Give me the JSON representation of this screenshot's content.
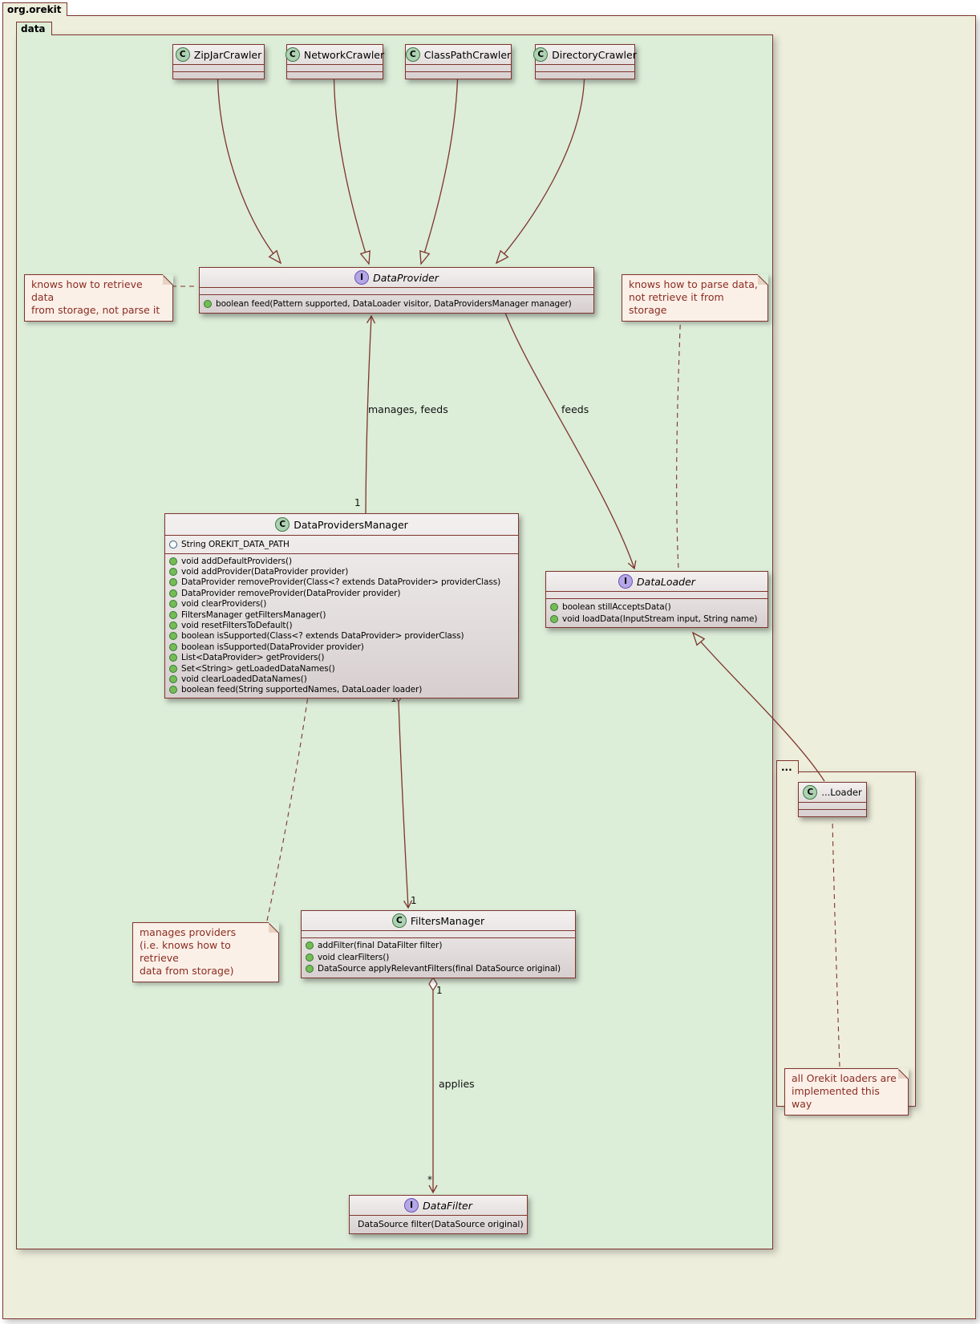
{
  "stereotypes": {
    "class_letter": "C",
    "interface_letter": "I"
  },
  "packages": {
    "orekit": {
      "label": "org.orekit"
    },
    "data": {
      "label": "data"
    },
    "ellipsis": {
      "label": "..."
    }
  },
  "classes": {
    "zipJarCrawler": {
      "name": "ZipJarCrawler"
    },
    "networkCrawler": {
      "name": "NetworkCrawler"
    },
    "classPathCrawler": {
      "name": "ClassPathCrawler"
    },
    "directoryCrawler": {
      "name": "DirectoryCrawler"
    },
    "dataProvider": {
      "name": "DataProvider",
      "methods": [
        "boolean feed(Pattern supported, DataLoader visitor, DataProvidersManager manager)"
      ]
    },
    "dataProvidersManager": {
      "name": "DataProvidersManager",
      "fields": [
        "String OREKIT_DATA_PATH"
      ],
      "methods": [
        "void addDefaultProviders()",
        "void addProvider(DataProvider provider)",
        "DataProvider removeProvider(Class<? extends DataProvider> providerClass)",
        "DataProvider removeProvider(DataProvider provider)",
        "void clearProviders()",
        "FiltersManager getFiltersManager()",
        "void resetFiltersToDefault()",
        "boolean isSupported(Class<? extends DataProvider> providerClass)",
        "boolean isSupported(DataProvider provider)",
        "List<DataProvider> getProviders()",
        "Set<String> getLoadedDataNames()",
        "void clearLoadedDataNames()",
        "boolean feed(String supportedNames, DataLoader loader)"
      ]
    },
    "dataLoader": {
      "name": "DataLoader",
      "methods": [
        "boolean stillAcceptsData()",
        "void loadData(InputStream input, String name)"
      ]
    },
    "filtersManager": {
      "name": "FiltersManager",
      "methods": [
        "addFilter(final DataFilter filter)",
        "void clearFilters()",
        "DataSource applyRelevantFilters(final DataSource original)"
      ]
    },
    "dataFilter": {
      "name": "DataFilter",
      "methods": [
        "DataSource filter(DataSource original)"
      ]
    },
    "ellipsisLoader": {
      "name": "...Loader"
    }
  },
  "notes": {
    "retrieve": "knows how to retrieve data\nfrom storage, not parse it",
    "parse": "knows how to parse data,\nnot retrieve it from storage",
    "manages": "manages providers\n(i.e. knows how to retrieve\ndata from storage)",
    "loaders": "all Orekit loaders are\nimplemented this way"
  },
  "edge_labels": {
    "manages_feeds": "manages, feeds",
    "feeds": "feeds",
    "applies": "applies"
  },
  "multiplicities": {
    "manages_manager_end": "1",
    "dpm_fm_dpm_end": "1",
    "dpm_fm_fm_end": "1",
    "fm_df_fm_end": "1",
    "fm_df_df_end": "*"
  },
  "colors": {
    "line": "#7E342C",
    "data_package_fill": "#DCEDD8",
    "orekit_package_fill": "#EEEEDC",
    "note_fill": "#FBF0E8",
    "class_spot": "#ADD1B2",
    "interface_spot": "#B4A7E6"
  }
}
